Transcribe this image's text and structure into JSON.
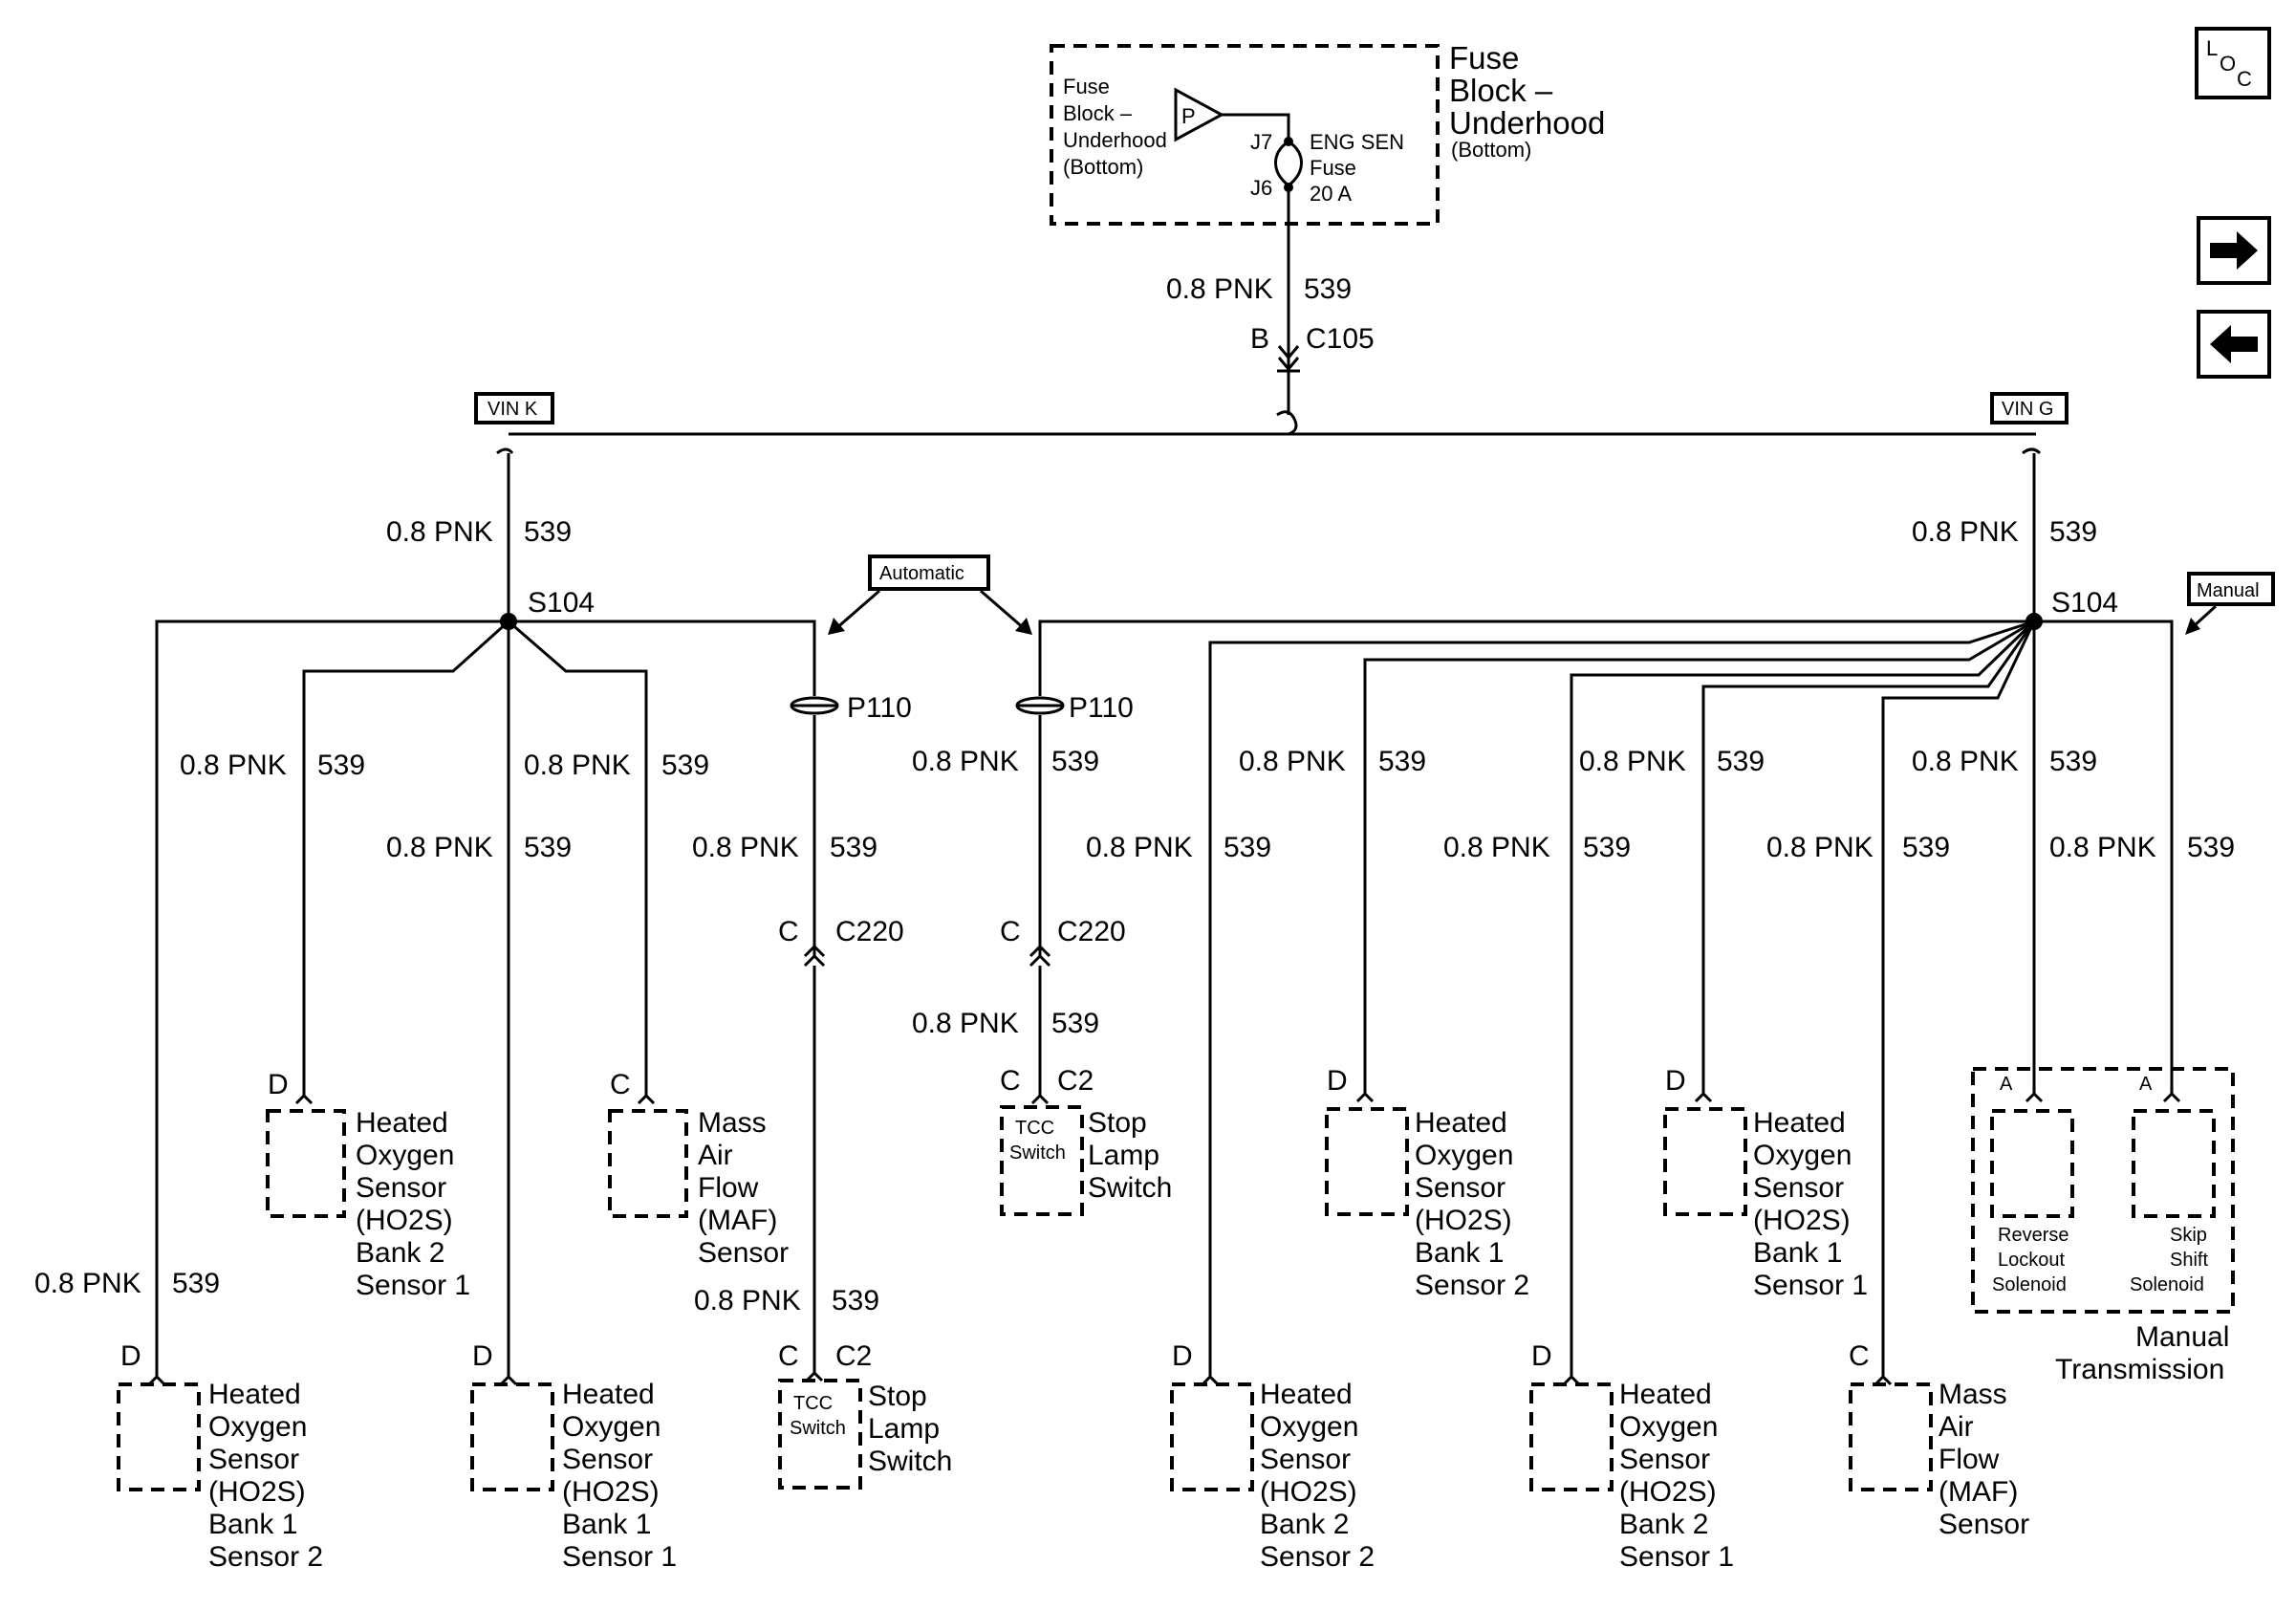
{
  "fuse_block": {
    "title": [
      "Fuse",
      "Block –",
      "Underhood"
    ],
    "title_sub": "(Bottom)",
    "inner_label": [
      "Fuse",
      "Block –",
      "Underhood",
      "(Bottom)"
    ],
    "p_symbol": "P",
    "pin_top": "J7",
    "pin_bottom": "J6",
    "fuse_label": [
      "ENG SEN",
      "Fuse",
      "20 A"
    ]
  },
  "main_feed": {
    "wire": "0.8 PNK",
    "circuit": "539",
    "pin": "B",
    "connector": "C105"
  },
  "labels": {
    "vin_k": "VIN K",
    "vin_g": "VIN G",
    "automatic": "Automatic",
    "manual": "Manual"
  },
  "left_branch": {
    "wire": "0.8 PNK",
    "circuit": "539",
    "splice": "S104",
    "to_b2s1": {
      "wire": "0.8 PNK",
      "circuit": "539"
    },
    "to_b1s1": {
      "wire": "0.8 PNK",
      "circuit": "539"
    },
    "to_maf": {
      "wire": "0.8 PNK",
      "circuit": "539"
    },
    "to_b1s2": {
      "wire": "0.8 PNK",
      "circuit": "539"
    },
    "to_tcc": {
      "connector_p": "P110",
      "wire1": "0.8 PNK",
      "circuit1": "539",
      "pin_c": "C",
      "connector_c": "C220",
      "wire2": "0.8 PNK",
      "circuit2": "539",
      "pin_c2": "C",
      "connector_c2": "C2"
    }
  },
  "right_branch": {
    "wire": "0.8 PNK",
    "circuit": "539",
    "splice": "S104",
    "to_tcc": {
      "connector_p": "P110",
      "wire1": "0.8 PNK",
      "circuit1": "539",
      "pin_c": "C",
      "connector_c": "C220",
      "wire2": "0.8 PNK",
      "circuit2": "539",
      "pin_c2": "C",
      "connector_c2": "C2"
    },
    "to_b2s2": {
      "wire": "0.8 PNK",
      "circuit": "539"
    },
    "to_b1s2": {
      "wire": "0.8 PNK",
      "circuit": "539"
    },
    "to_b2s1": {
      "wire": "0.8 PNK",
      "circuit": "539"
    },
    "to_b1s1": {
      "wire": "0.8 PNK",
      "circuit": "539"
    },
    "to_maf": {
      "wire": "0.8 PNK",
      "circuit": "539"
    },
    "to_reverse": {
      "wire": "0.8 PNK",
      "circuit": "539"
    },
    "to_skip": {
      "wire": "0.8 PNK",
      "circuit": "539"
    }
  },
  "components": {
    "l_b2s1": {
      "pin": "D",
      "lines": [
        "Heated",
        "Oxygen",
        "Sensor",
        "(HO2S)",
        "Bank 2",
        "Sensor 1"
      ]
    },
    "l_maf": {
      "pin": "C",
      "lines": [
        "Mass",
        "Air",
        "Flow",
        "(MAF)",
        "Sensor"
      ]
    },
    "l_b1s2": {
      "pin": "D",
      "lines": [
        "Heated",
        "Oxygen",
        "Sensor",
        "(HO2S)",
        "Bank 1",
        "Sensor 2"
      ]
    },
    "l_b1s1": {
      "pin": "D",
      "lines": [
        "Heated",
        "Oxygen",
        "Sensor",
        "(HO2S)",
        "Bank 1",
        "Sensor 1"
      ]
    },
    "l_stop": {
      "inner": [
        "TCC",
        "Switch"
      ],
      "lines": [
        "Stop",
        "Lamp",
        "Switch"
      ]
    },
    "r_stop": {
      "inner": [
        "TCC",
        "Switch"
      ],
      "lines": [
        "Stop",
        "Lamp",
        "Switch"
      ]
    },
    "r_b1s2": {
      "pin": "D",
      "lines": [
        "Heated",
        "Oxygen",
        "Sensor",
        "(HO2S)",
        "Bank 1",
        "Sensor 2"
      ]
    },
    "r_b1s1": {
      "pin": "D",
      "lines": [
        "Heated",
        "Oxygen",
        "Sensor",
        "(HO2S)",
        "Bank 1",
        "Sensor 1"
      ]
    },
    "r_b2s2": {
      "pin": "D",
      "lines": [
        "Heated",
        "Oxygen",
        "Sensor",
        "(HO2S)",
        "Bank 2",
        "Sensor 2"
      ]
    },
    "r_b2s1": {
      "pin": "D",
      "lines": [
        "Heated",
        "Oxygen",
        "Sensor",
        "(HO2S)",
        "Bank 2",
        "Sensor 1"
      ]
    },
    "r_maf": {
      "pin": "C",
      "lines": [
        "Mass",
        "Air",
        "Flow",
        "(MAF)",
        "Sensor"
      ]
    },
    "reverse": {
      "pin": "A",
      "lines": [
        "Reverse",
        "Lockout",
        "Solenoid"
      ]
    },
    "skip": {
      "pin": "A",
      "lines": [
        "Skip",
        "Shift",
        "Solenoid"
      ]
    },
    "manual_trans": {
      "lines": [
        "Manual",
        "Transmission"
      ]
    }
  },
  "nav": {
    "loc_l": "L",
    "loc_o": "O",
    "loc_c": "C"
  }
}
